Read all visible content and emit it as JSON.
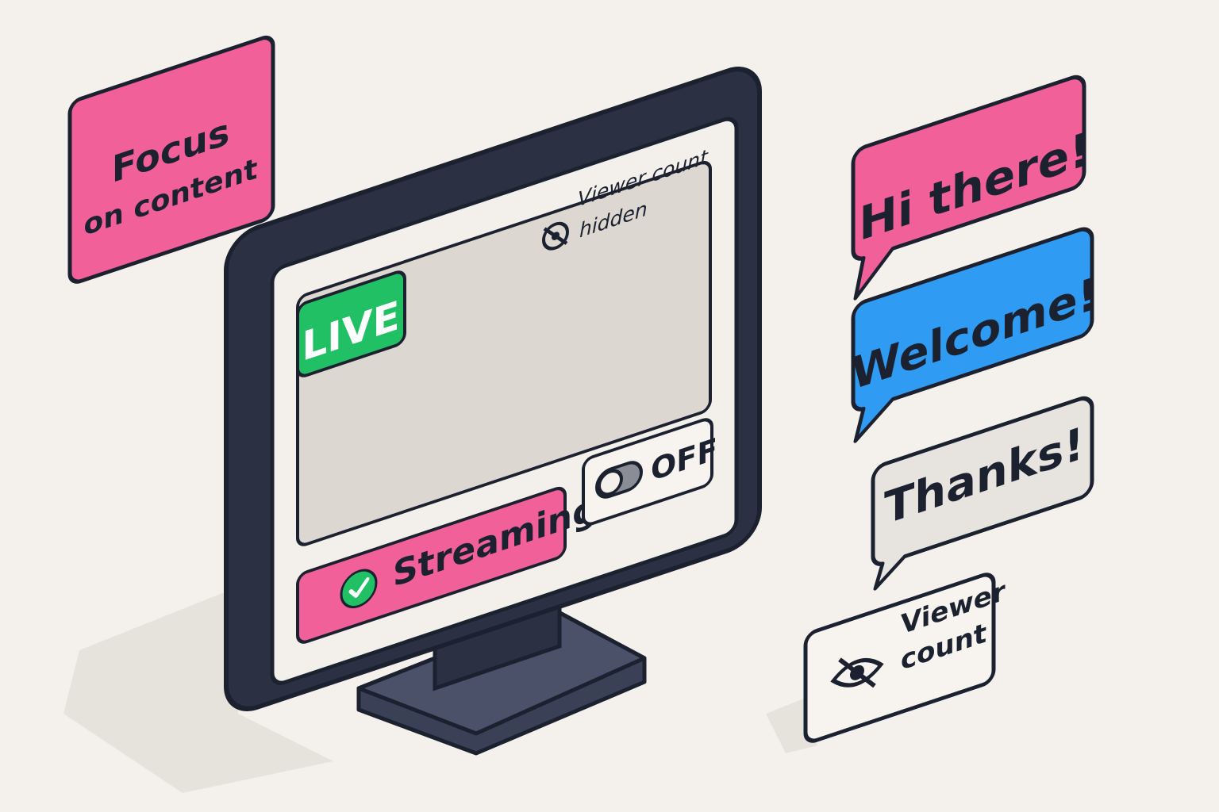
{
  "colors": {
    "background": "#f4f1ec",
    "pink": "#f2609a",
    "blue": "#2f9bf2",
    "green": "#22c064",
    "gray_bubble": "#e7e3de",
    "monitor_frame": "#2b3142",
    "outline": "#1c2130"
  },
  "focus_card": {
    "line1": "Focus",
    "line2": "on content"
  },
  "monitor": {
    "viewer_count_hidden": {
      "line1": "Viewer count",
      "line2": "hidden",
      "icon": "eye-slash-icon"
    },
    "live_badge": "LIVE",
    "streaming_button": {
      "label": "Streaming",
      "icon": "check-circle-icon"
    },
    "toggle": {
      "label": "OFF",
      "state": "off"
    }
  },
  "chat_bubbles": [
    {
      "text": "Hi there!",
      "color": "#f2609a"
    },
    {
      "text": "Welcome!",
      "color": "#2f9bf2"
    },
    {
      "text": "Thanks!",
      "color": "#e7e3de"
    }
  ],
  "viewer_count_card": {
    "line1": "Viewer",
    "line2": "count",
    "icon": "eye-slash-icon"
  }
}
